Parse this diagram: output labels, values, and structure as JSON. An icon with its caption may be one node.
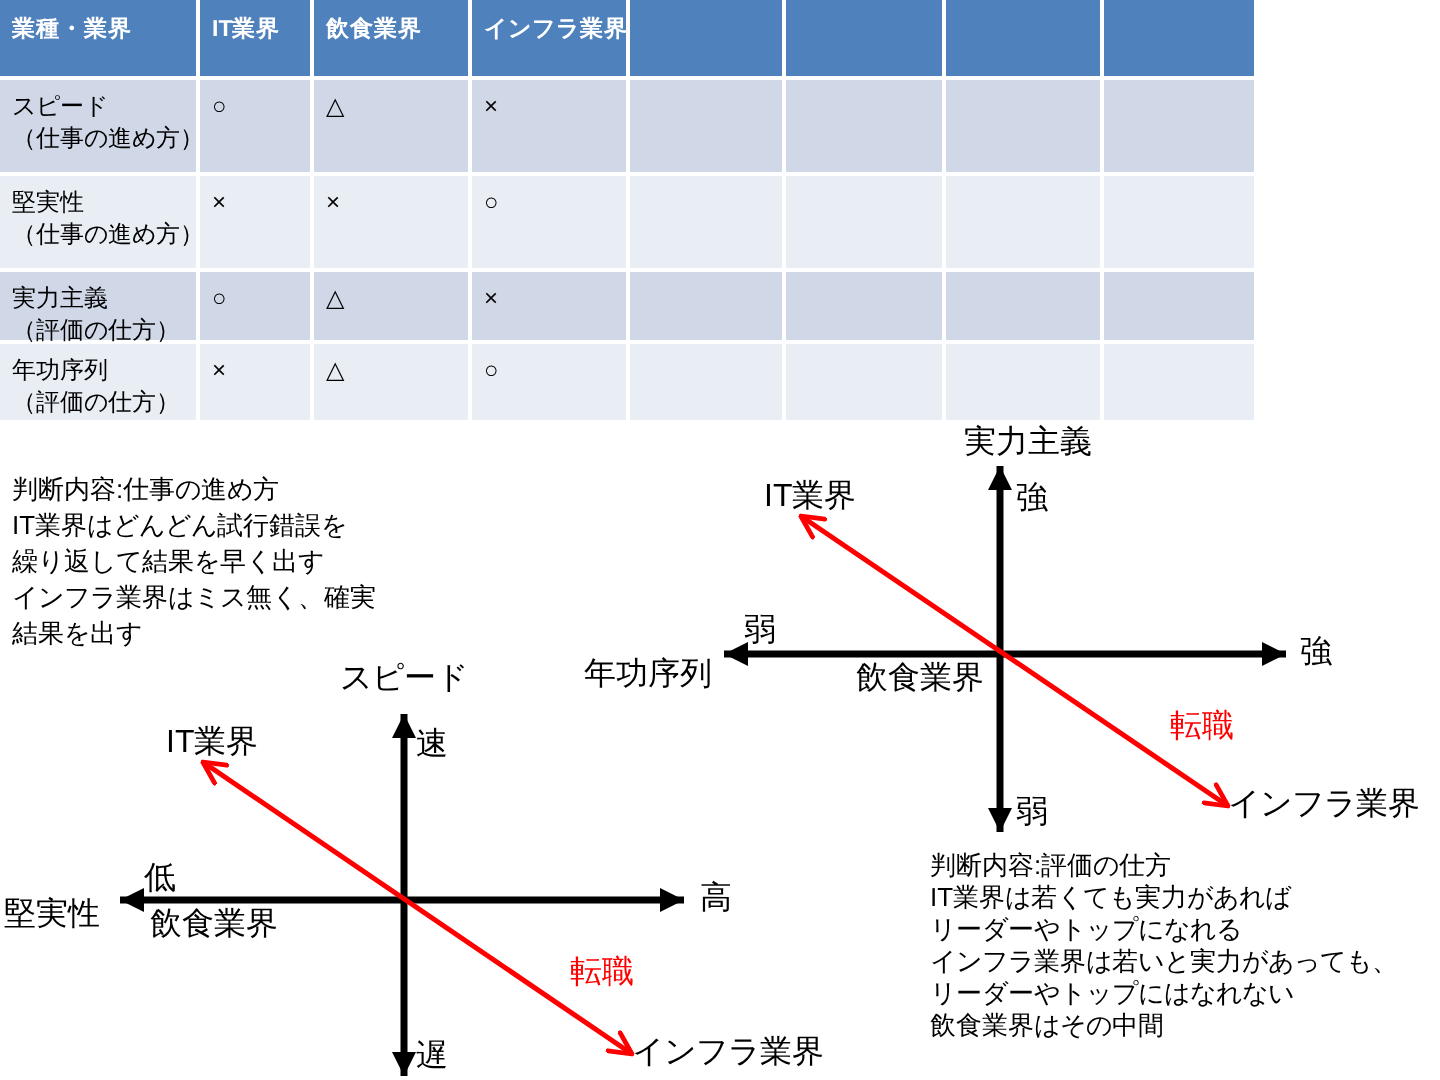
{
  "diagram": {
    "nodes": [
      {
        "text": [
          "IT業界"
        ]
      },
      {
        "text": [
          "インフラ業界"
        ]
      },
      {
        "text": [
          "IT業界"
        ]
      },
      {
        "text": [
          "インフラ業界"
        ]
      }
    ],
    "edges": [
      {
        "from": 0,
        "to": 1,
        "arrow": "both",
        "label": "転職"
      },
      {
        "from": 2,
        "to": 3,
        "arrow": "both",
        "label": "転職"
      }
    ],
    "labels": [
      "業種・業界",
      "IT業界",
      "飲食業界",
      "インフラ業界",
      "スピード（仕事の進め方）",
      "○",
      "△",
      "×",
      "堅実性（仕事の進め方）",
      "×",
      "×",
      "○",
      "実力主義（評価の仕方）",
      "○",
      "△",
      "×",
      "年功序列（評価の仕方）",
      "×",
      "△",
      "○",
      "判断内容:仕事の進め方",
      "IT業界はどんどん試行錯誤を繰り返して結果を早く出す",
      "インフラ業界はミス無く、確実結果を出す",
      "実力主義",
      "強",
      "弱",
      "年功序列",
      "飲食業界",
      "強",
      "弱",
      "スピード",
      "速",
      "低",
      "堅実性",
      "飲食業界",
      "高",
      "遅",
      "判断内容:評価の仕方",
      "IT業界は若くても実力があればリーダーやトップになれる",
      "インフラ業界は若いと実力があっても、リーダーやトップにはなれない",
      "飲食業界はその中間"
    ]
  }
}
